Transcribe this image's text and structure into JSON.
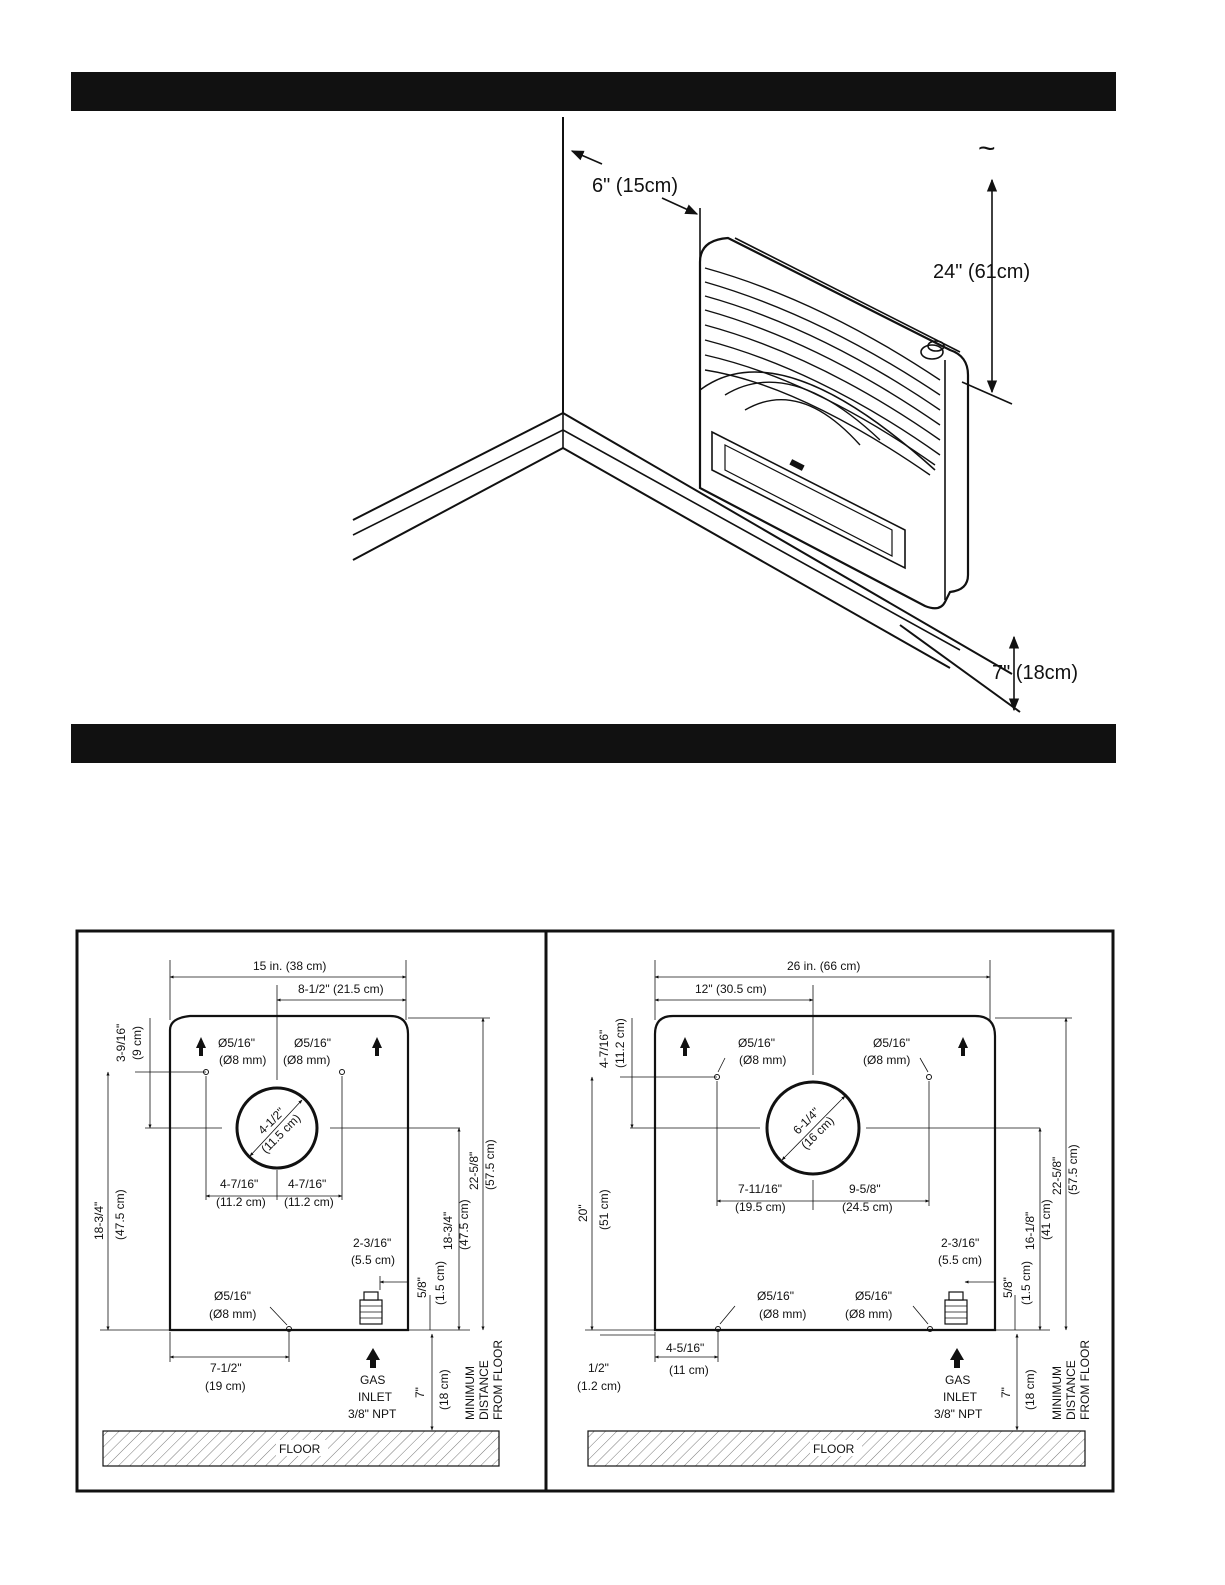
{
  "clearances": {
    "wall_side": "6\" (15cm)",
    "top": "24\" (61cm)",
    "floor": "7\" (18cm)",
    "top_symbol": "~"
  },
  "left_template": {
    "width_total": "15 in. (38 cm)",
    "center_offset": "8-1/2\" (21.5 cm)",
    "top_to_holes": "3-9/16\"",
    "top_to_holes_cm": "(9 cm)",
    "hole_label": "Ø5/16\"",
    "hole_label_mm": "(Ø8 mm)",
    "vent_diameter": "4-1/2\"",
    "vent_diameter_cm": "(11.5 cm)",
    "half_spacing": "4-7/16\"",
    "half_spacing_cm": "(11.2 cm)",
    "hole_height": "18-3/4\"",
    "hole_height_cm": "(47.5 cm)",
    "center_height": "18-3/4\"",
    "center_height_cm": "(47.5 cm)",
    "total_height": "22-5/8\"",
    "total_height_cm": "(57.5 cm)",
    "gas_offset": "2-3/16\"",
    "gas_offset_cm": "(5.5 cm)",
    "gas_height": "5/8\"",
    "gas_height_cm": "(1.5 cm)",
    "bottom_hole_x": "7-1/2\"",
    "bottom_hole_x_cm": "(19 cm)",
    "gas_inlet": [
      "GAS",
      "INLET",
      "3/8\" NPT"
    ],
    "floor_clear": "7\"",
    "floor_clear_cm": "(18 cm)",
    "min_distance": [
      "MINIMUM",
      "DISTANCE",
      "FROM FLOOR"
    ],
    "floor": "FLOOR"
  },
  "right_template": {
    "width_total": "26 in. (66 cm)",
    "center_offset": "12\" (30.5 cm)",
    "top_to_holes": "4-7/16\"",
    "top_to_holes_cm": "(11.2 cm)",
    "hole_label": "Ø5/16\"",
    "hole_label_mm": "(Ø8 mm)",
    "vent_diameter": "6-1/4\"",
    "vent_diameter_cm": "(16 cm)",
    "left_spacing": "7-11/16\"",
    "left_spacing_cm": "(19.5 cm)",
    "right_spacing": "9-5/8\"",
    "right_spacing_cm": "(24.5 cm)",
    "hole_height": "20\"",
    "hole_height_cm": "(51 cm)",
    "center_height": "16-1/8\"",
    "center_height_cm": "(41 cm)",
    "total_height": "22-5/8\"",
    "total_height_cm": "(57.5 cm)",
    "gas_offset": "2-3/16\"",
    "gas_offset_cm": "(5.5 cm)",
    "gas_height": "5/8\"",
    "gas_height_cm": "(1.5 cm)",
    "bottom_hole_offset": "1/2\"",
    "bottom_hole_offset_cm": "(1.2 cm)",
    "bottom_hole_x": "4-5/16\"",
    "bottom_hole_x_cm": "(11 cm)",
    "gas_inlet": [
      "GAS",
      "INLET",
      "3/8\" NPT"
    ],
    "floor_clear": "7\"",
    "floor_clear_cm": "(18 cm)",
    "min_distance": [
      "MINIMUM",
      "DISTANCE",
      "FROM FLOOR"
    ],
    "floor": "FLOOR"
  }
}
